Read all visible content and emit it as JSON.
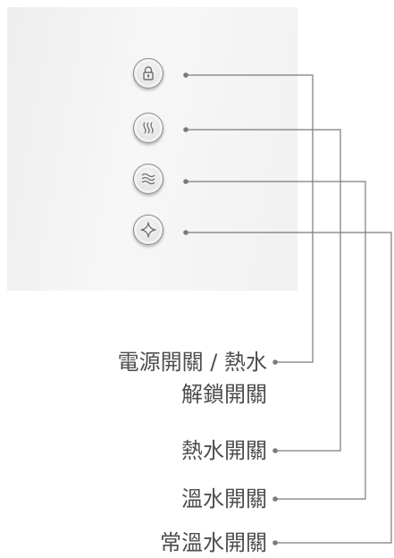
{
  "buttons": [
    {
      "icon": "lock-icon"
    },
    {
      "icon": "hot-water-icon"
    },
    {
      "icon": "warm-water-icon"
    },
    {
      "icon": "sparkle-icon"
    }
  ],
  "labels": {
    "power_unlock_line1": "電源開關 / 熱水",
    "power_unlock_line2": "解鎖開關",
    "hot_water": "熱水開關",
    "warm_water": "溫水開關",
    "constant_warm_water": "常溫水開關"
  },
  "colors": {
    "leader_line": "#7a7a7a",
    "label_text": "#4d4d4d"
  }
}
